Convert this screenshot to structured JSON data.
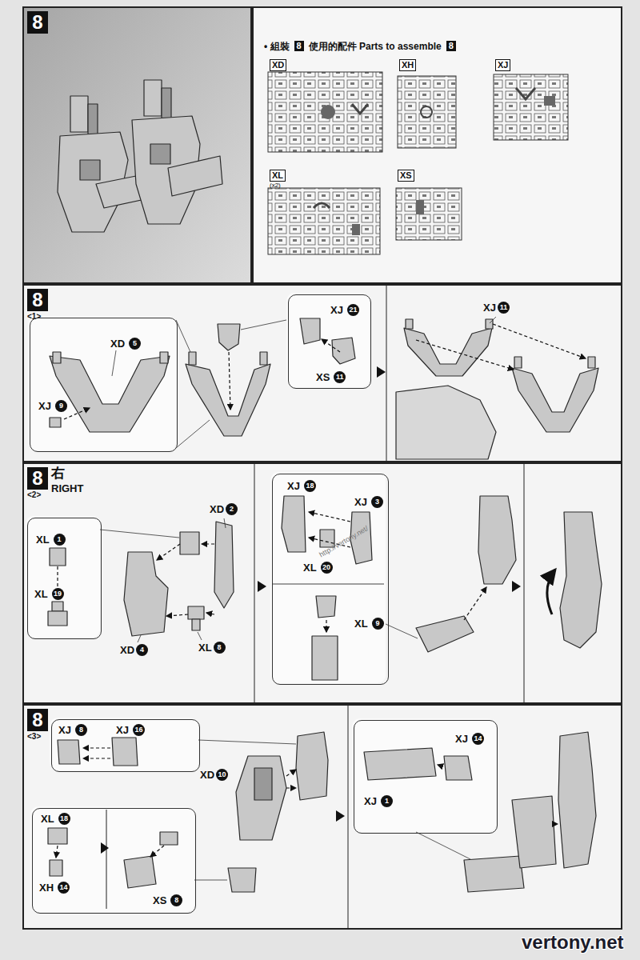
{
  "diagram": {
    "nodes": [
      {
        "text": [
          "8"
        ]
      },
      {
        "text": [
          "• 組裝",
          "8",
          "使用的配件 Parts to assemble",
          "8"
        ]
      },
      {
        "text": [
          "XD"
        ],
        "in": 1
      },
      {
        "text": [
          "XH"
        ],
        "in": 1
      },
      {
        "text": [
          "XJ"
        ],
        "in": 1
      },
      {
        "text": [
          "XL",
          "(x2)"
        ],
        "in": 1
      },
      {
        "text": [
          "XS"
        ],
        "in": 1
      },
      {
        "text": [
          "8",
          "<1>"
        ]
      },
      {
        "text": [
          "XD",
          "5",
          "XJ",
          "9"
        ],
        "in": 7
      },
      {
        "text": [
          "XJ",
          "21",
          "XS",
          "11"
        ],
        "in": 7
      },
      {
        "text": [
          "8",
          "<2>",
          "右",
          "RIGHT"
        ]
      },
      {
        "text": [
          "XL",
          "1",
          "XL",
          "19"
        ],
        "in": 10
      },
      {
        "text": [
          "XJ",
          "18",
          "XJ",
          "3",
          "XL",
          "20",
          "XL",
          "9"
        ],
        "in": 10
      },
      {
        "text": [
          "8",
          "<3>"
        ]
      },
      {
        "text": [
          "XJ",
          "8",
          "XJ",
          "16"
        ],
        "in": 13
      },
      {
        "text": [
          "XL",
          "18",
          "XH",
          "14",
          "XS",
          "8"
        ],
        "in": 13
      },
      {
        "text": [
          "XJ",
          "14",
          "XJ",
          "1"
        ],
        "in": 13
      }
    ],
    "labels": [
      "XJ",
      "11",
      "XD",
      "2",
      "XD",
      "4",
      "XL",
      "8",
      "http://vertony.net/",
      "XD",
      "10",
      "vertony.net"
    ]
  }
}
